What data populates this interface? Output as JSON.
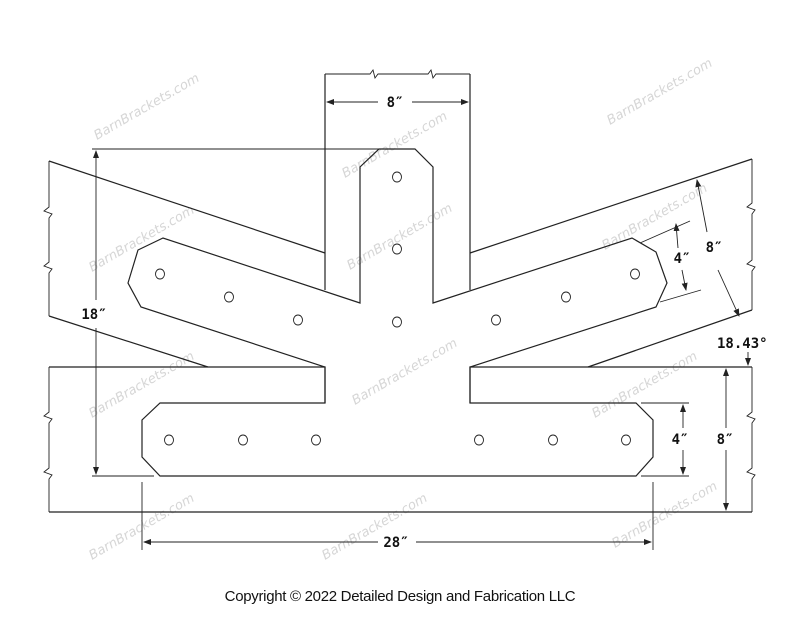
{
  "watermark": "BarnBrackets.com",
  "dimensions": {
    "post_width": "8″",
    "total_height": "18″",
    "arm_width": "4″",
    "rafter_depth": "8″",
    "roof_pitch_angle": "18.43°",
    "plate_width": "4″",
    "beam_depth": "8″",
    "plate_length": "28″"
  },
  "copyright": "Copyright © 2022 Detailed Design and Fabrication LLC"
}
